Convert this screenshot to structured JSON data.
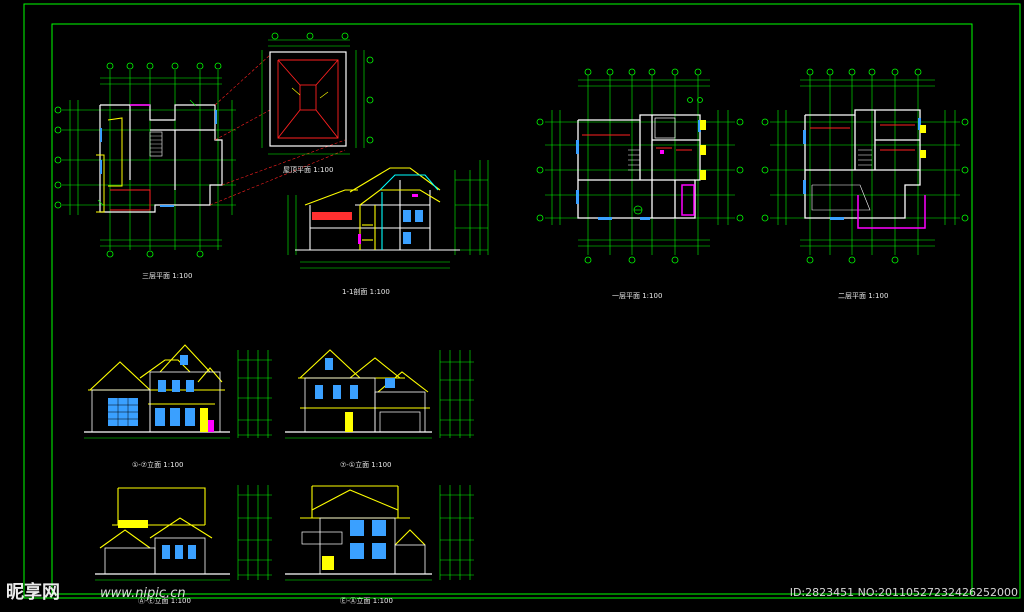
{
  "drawing": {
    "titles": {
      "third_floor_plan": "三层平面 1:100",
      "roof_plan": "屋顶平面 1:100",
      "section_1_1": "1-1剖面 1:100",
      "first_floor_plan": "一层平面 1:100",
      "second_floor_plan": "二层平面 1:100",
      "elevation_a": "①-⑦立面 1:100",
      "elevation_b": "⑦-①立面 1:100",
      "elevation_c": "Ⓐ-Ⓔ立面 1:100",
      "elevation_d": "Ⓔ-Ⓐ立面 1:100"
    },
    "colors": {
      "background": "#000000",
      "frame": "#00ff00",
      "dimension": "#00ff00",
      "wall": "#ffffff",
      "window": "#3aa0ff",
      "roof": "#ffff00",
      "accent_red": "#ff2020",
      "accent_magenta": "#ff00ff",
      "accent_cyan": "#00ffff"
    }
  },
  "watermark": {
    "site_name": "昵享网",
    "url": "www.nipic.cn",
    "image_id": "ID:2823451 NO:20110527232426252000"
  }
}
